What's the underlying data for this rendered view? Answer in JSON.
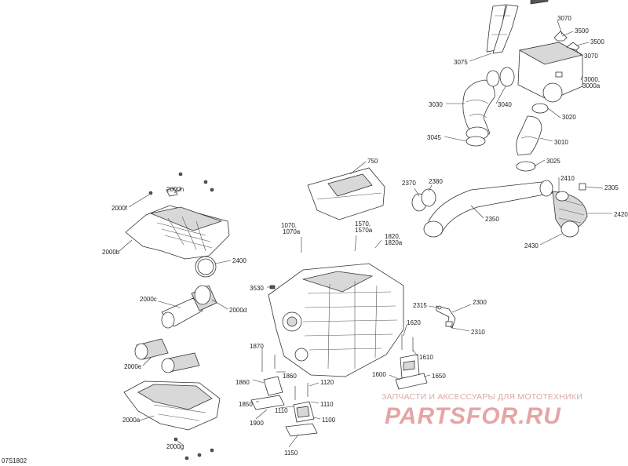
{
  "diagram": {
    "code": "07S1802",
    "labels": {
      "l3070a": "3070",
      "l3500a": "3500",
      "l3500b": "3500",
      "l3070b": "3070",
      "l3075": "3075",
      "l3000": "3000,",
      "l3000a": "3000a",
      "l3030": "3030",
      "l3040": "3040",
      "l3020": "3020",
      "l3045": "3045",
      "l3010": "3010",
      "l3025": "3025",
      "l750": "750",
      "l2370": "2370",
      "l2380": "2380",
      "l2410": "2410",
      "l2305": "2305",
      "l2350": "2350",
      "l2420": "2420",
      "l2430": "2430",
      "l2000h": "2000h",
      "l2000f": "2000f",
      "l1070": "1070,",
      "l1070a": "1070a",
      "l1570": "1570,",
      "l1570a": "1570a",
      "l1820": "1820,",
      "l1820a": "1820a",
      "l2000b": "2000b",
      "l2400": "2400",
      "l3530": "3530",
      "l2000c": "2000c",
      "l2000d": "2000d",
      "l2315": "2315",
      "l2300": "2300",
      "l1620": "1620",
      "l2310": "2310",
      "l1610": "1610",
      "l1870": "1870",
      "l1860a": "1860",
      "l1860b": "1860",
      "l1600": "1600",
      "l1650": "1650",
      "l2000e": "2000e",
      "l1120": "1120",
      "l1850": "1850",
      "l1110a": "1110",
      "l1110b": "1110",
      "l1900": "1900",
      "l1100": "1100",
      "l2000a": "2000a",
      "l2000g": "2000g",
      "l1150": "1150"
    }
  },
  "watermark": {
    "tagline": "ЗАПЧАСТИ И АКСЕССУАРЫ ДЛЯ МОТОТЕХНИКИ",
    "logo": "PARTSFOR.RU"
  }
}
